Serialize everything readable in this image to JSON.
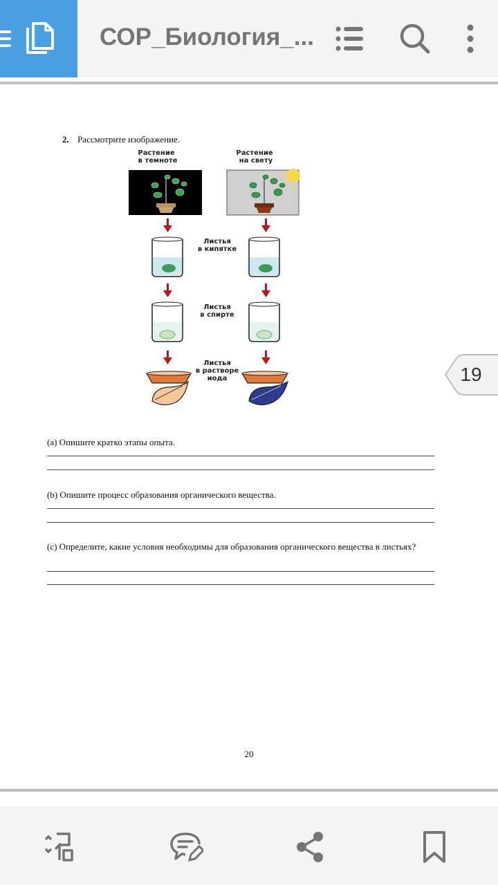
{
  "app": {
    "title": "СОР_Биология_...",
    "page_badge": "19"
  },
  "document": {
    "question_number": "2.",
    "question_text": "Рассмотрите изображение.",
    "figure": {
      "label_dark": [
        "Растение",
        "в темноте"
      ],
      "label_light": [
        "Растение",
        "на свету"
      ],
      "label_boil": [
        "Листья",
        "в кипятке"
      ],
      "label_alcohol": [
        "Листья",
        "в спирте"
      ],
      "label_iodine": [
        "Листья",
        "в растворе",
        "иода"
      ]
    },
    "part_a": "(a) Опишите кратко этапы опыта.",
    "part_b": "(b) Опишите процесс образования органического вещества.",
    "part_c": "(c) Определите, какие условия необходимы для образования органического вещества в листьях?",
    "page_number": "20"
  },
  "colors": {
    "accent": "#4a9fe0",
    "bar": "#f4f4f4",
    "icon": "#757575",
    "arrow": "#c0141c"
  },
  "bottombar": {
    "icons": [
      "reflow-icon",
      "comment-icon",
      "share-icon",
      "bookmark-icon"
    ]
  }
}
